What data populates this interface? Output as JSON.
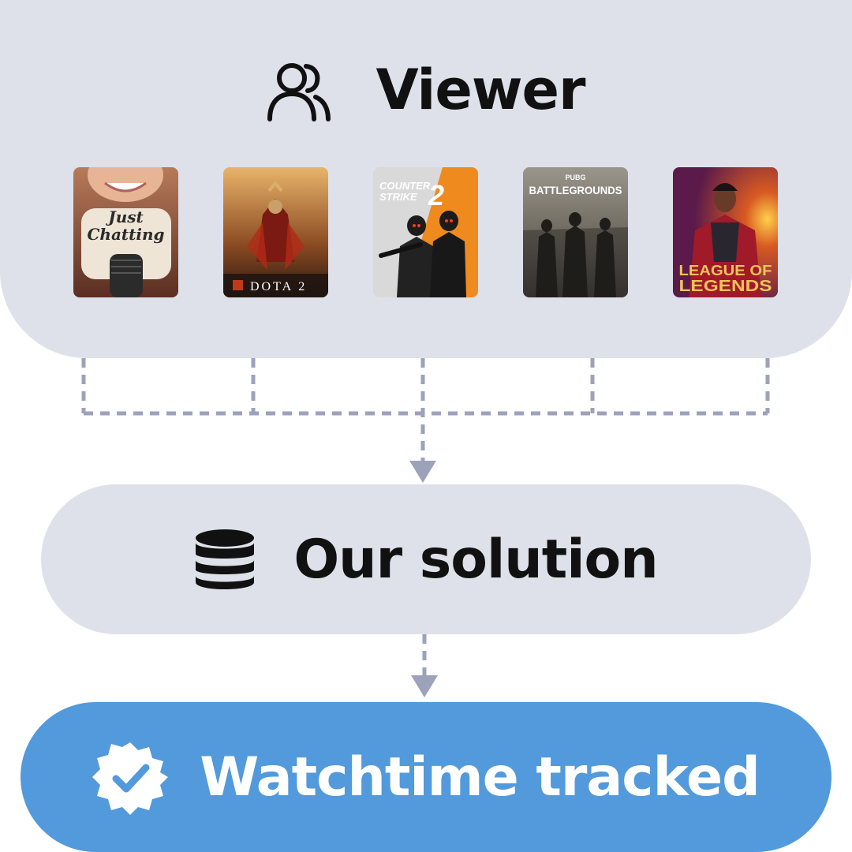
{
  "viewer": {
    "title": "Viewer",
    "icon": "users-icon",
    "games": [
      {
        "name": "Just Chatting",
        "line1": "Just",
        "line2": "Chatting"
      },
      {
        "name": "DOTA 2"
      },
      {
        "name": "Counter Strike 2",
        "line1": "COUNTER",
        "line2": "STRIKE",
        "num": "2"
      },
      {
        "name": "PUBG Battlegrounds",
        "line1": "PUBG",
        "line2": "BATTLEGROUNDS"
      },
      {
        "name": "League of Legends",
        "line1": "LEAGUE OF",
        "line2": "LEGENDS"
      }
    ]
  },
  "solution": {
    "title": "Our solution",
    "icon": "database-icon"
  },
  "tracked": {
    "title": "Watchtime tracked",
    "icon": "verified-badge-icon"
  },
  "colors": {
    "panel": "#dfe1ea",
    "accent": "#529adb",
    "connector": "#9da2bb",
    "text": "#111111"
  }
}
